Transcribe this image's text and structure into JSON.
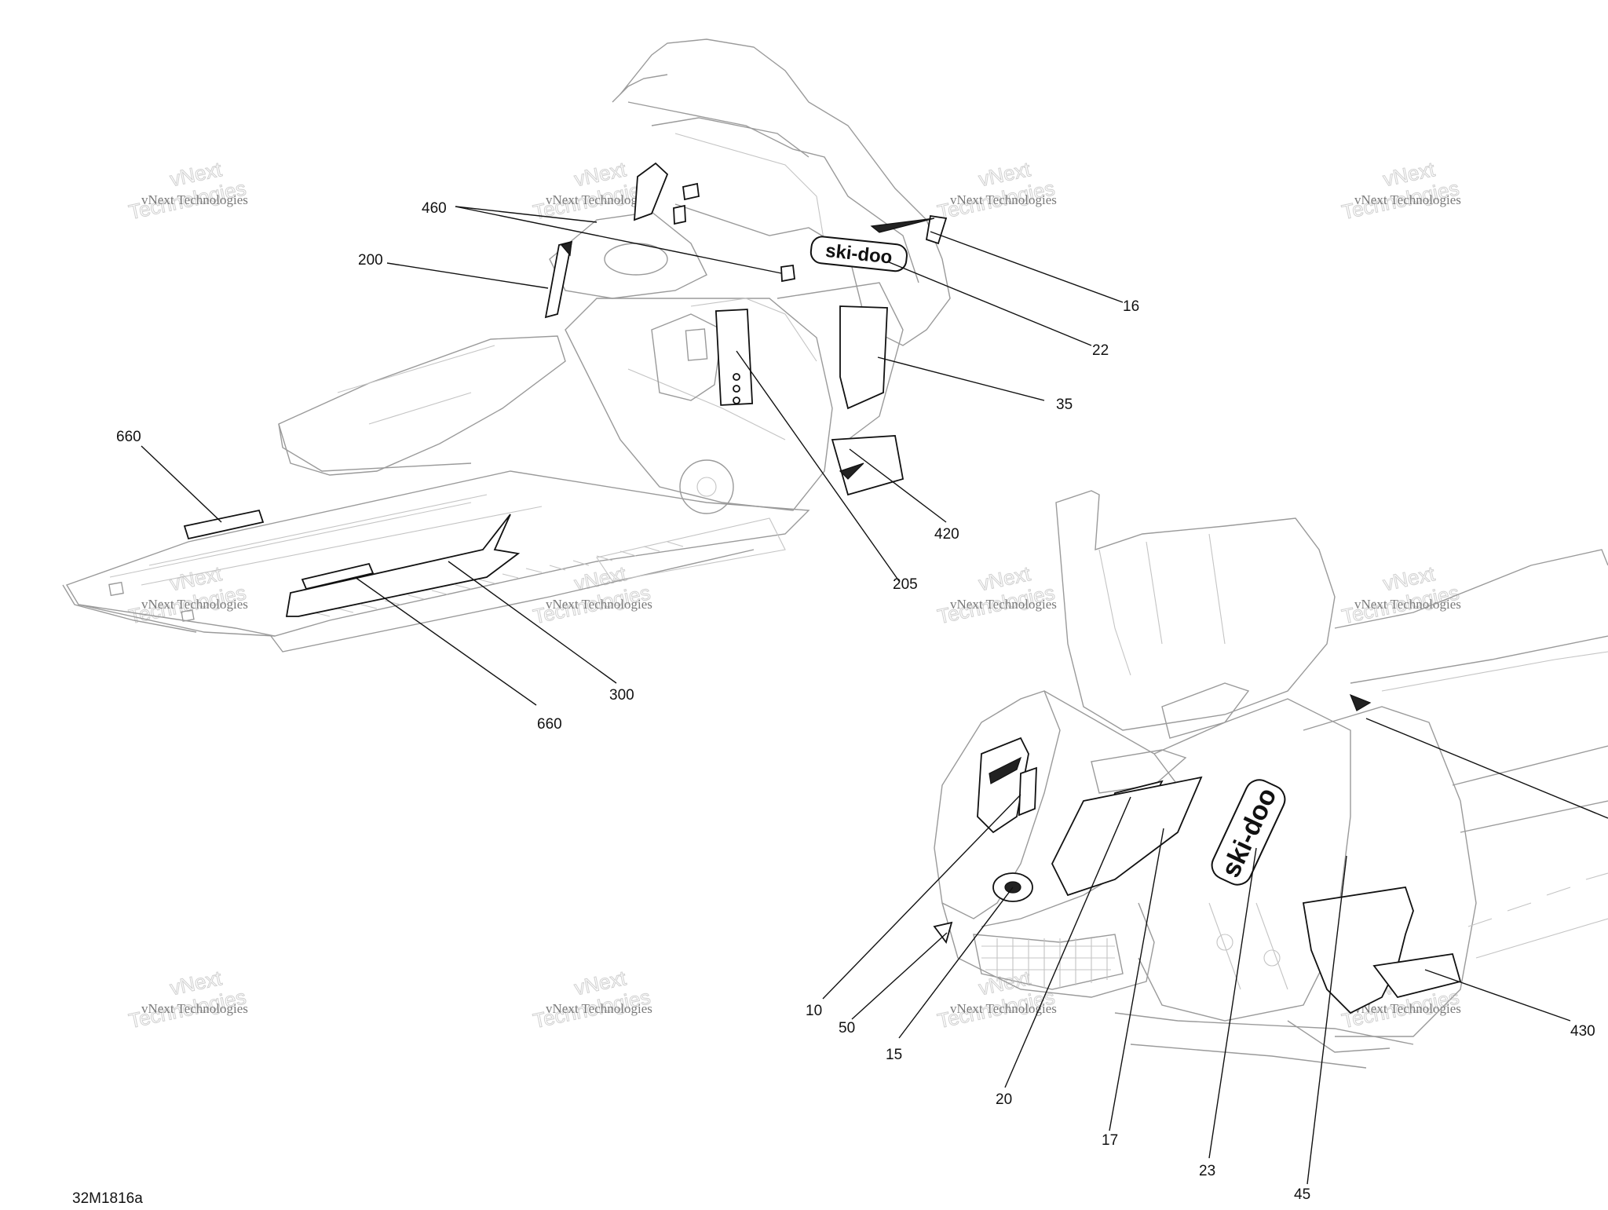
{
  "watermark": {
    "line1": "vNext Technologies",
    "line2": "Technologies",
    "top": "vNext"
  },
  "drawing_code": "32M1816a",
  "logo_text": "ski-doo",
  "callouts": [
    {
      "id": "c460",
      "text": "460"
    },
    {
      "id": "c200",
      "text": "200"
    },
    {
      "id": "c16",
      "text": "16"
    },
    {
      "id": "c22",
      "text": "22"
    },
    {
      "id": "c35",
      "text": "35"
    },
    {
      "id": "c660a",
      "text": "660"
    },
    {
      "id": "c420",
      "text": "420"
    },
    {
      "id": "c205",
      "text": "205"
    },
    {
      "id": "c300",
      "text": "300"
    },
    {
      "id": "c660b",
      "text": "660"
    },
    {
      "id": "c10",
      "text": "10"
    },
    {
      "id": "c50",
      "text": "50"
    },
    {
      "id": "c15",
      "text": "15"
    },
    {
      "id": "c20",
      "text": "20"
    },
    {
      "id": "c17",
      "text": "17"
    },
    {
      "id": "c23",
      "text": "23"
    },
    {
      "id": "c45",
      "text": "45"
    },
    {
      "id": "c430",
      "text": "430"
    }
  ]
}
